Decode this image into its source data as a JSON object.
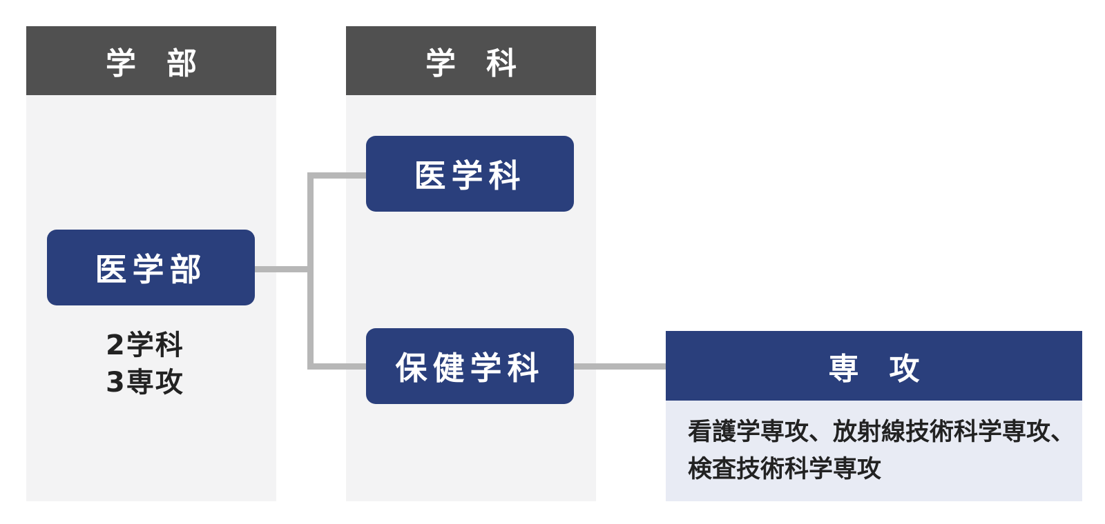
{
  "columns": {
    "gakubu_header": "学　部",
    "gakka_header": "学　科"
  },
  "nodes": {
    "faculty": "医学部",
    "dept_medicine": "医学科",
    "dept_health": "保健学科"
  },
  "faculty_summary": {
    "line1": "2学科",
    "line2": "3専攻"
  },
  "senko": {
    "header": "専　攻",
    "line1": "看護学専攻、放射線技術科学専攻、",
    "line2": "検査技術科学専攻"
  },
  "colors": {
    "column_header": "#505050",
    "column_bg": "#f3f3f4",
    "node_bg": "#2a3f7c",
    "connector": "#b7b7b7",
    "senko_bg": "#e8ebf4"
  }
}
